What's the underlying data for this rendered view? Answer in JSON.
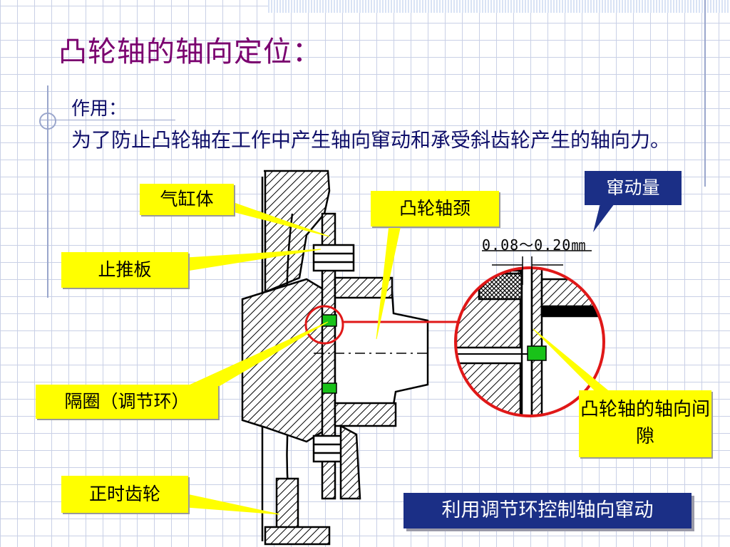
{
  "title": "凸轮轴的轴向定位：",
  "subtitle": "作用：",
  "description": "为了防止凸轮轴在工作中产生轴向窜动和承受斜齿轮产生的轴向力。",
  "labels": {
    "cylinder_block": "气缸体",
    "thrust_plate": "止推板",
    "spacer_ring": "隔圈（调节环）",
    "timing_gear": "正时齿轮",
    "camshaft_journal": "凸轮轴颈",
    "axial_clearance": "凸轮轴的轴向间隙",
    "end_play": "窜动量",
    "dimension": "0.08～0.20㎜",
    "note": "利用调节环控制轴向窜动"
  },
  "colors": {
    "title": "#7a006f",
    "text": "#10106a",
    "label_bg": "#ffff00",
    "callout_bg": "#1b2f86",
    "highlight": "#e01818",
    "spacer": "#19c219"
  }
}
